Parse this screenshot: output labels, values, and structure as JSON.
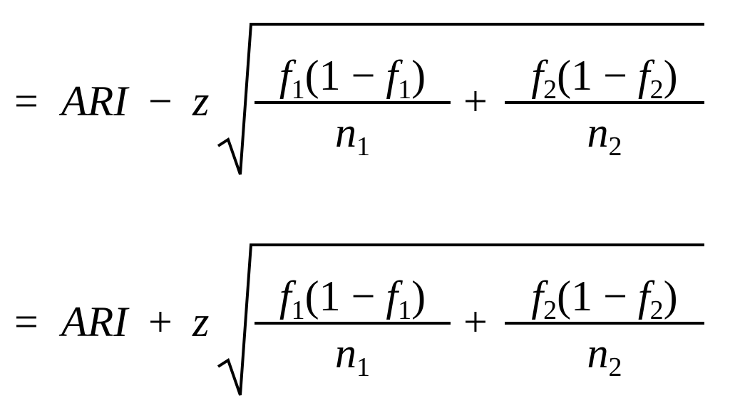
{
  "equations": [
    {
      "equals": "=",
      "lhs": "ARI",
      "op": "−",
      "z": "z",
      "plus": "+",
      "frac1": {
        "var": "f",
        "sub": "1",
        "open": "(1 − ",
        "close": ")",
        "den": "n",
        "den_sub": "1"
      },
      "frac2": {
        "var": "f",
        "sub": "2",
        "open": "(1 − ",
        "close": ")",
        "den": "n",
        "den_sub": "2"
      }
    },
    {
      "equals": "=",
      "lhs": "ARI",
      "op": "+",
      "z": "z",
      "plus": "+",
      "frac1": {
        "var": "f",
        "sub": "1",
        "open": "(1 − ",
        "close": ")",
        "den": "n",
        "den_sub": "1"
      },
      "frac2": {
        "var": "f",
        "sub": "2",
        "open": "(1 − ",
        "close": ")",
        "den": "n",
        "den_sub": "2"
      }
    }
  ]
}
